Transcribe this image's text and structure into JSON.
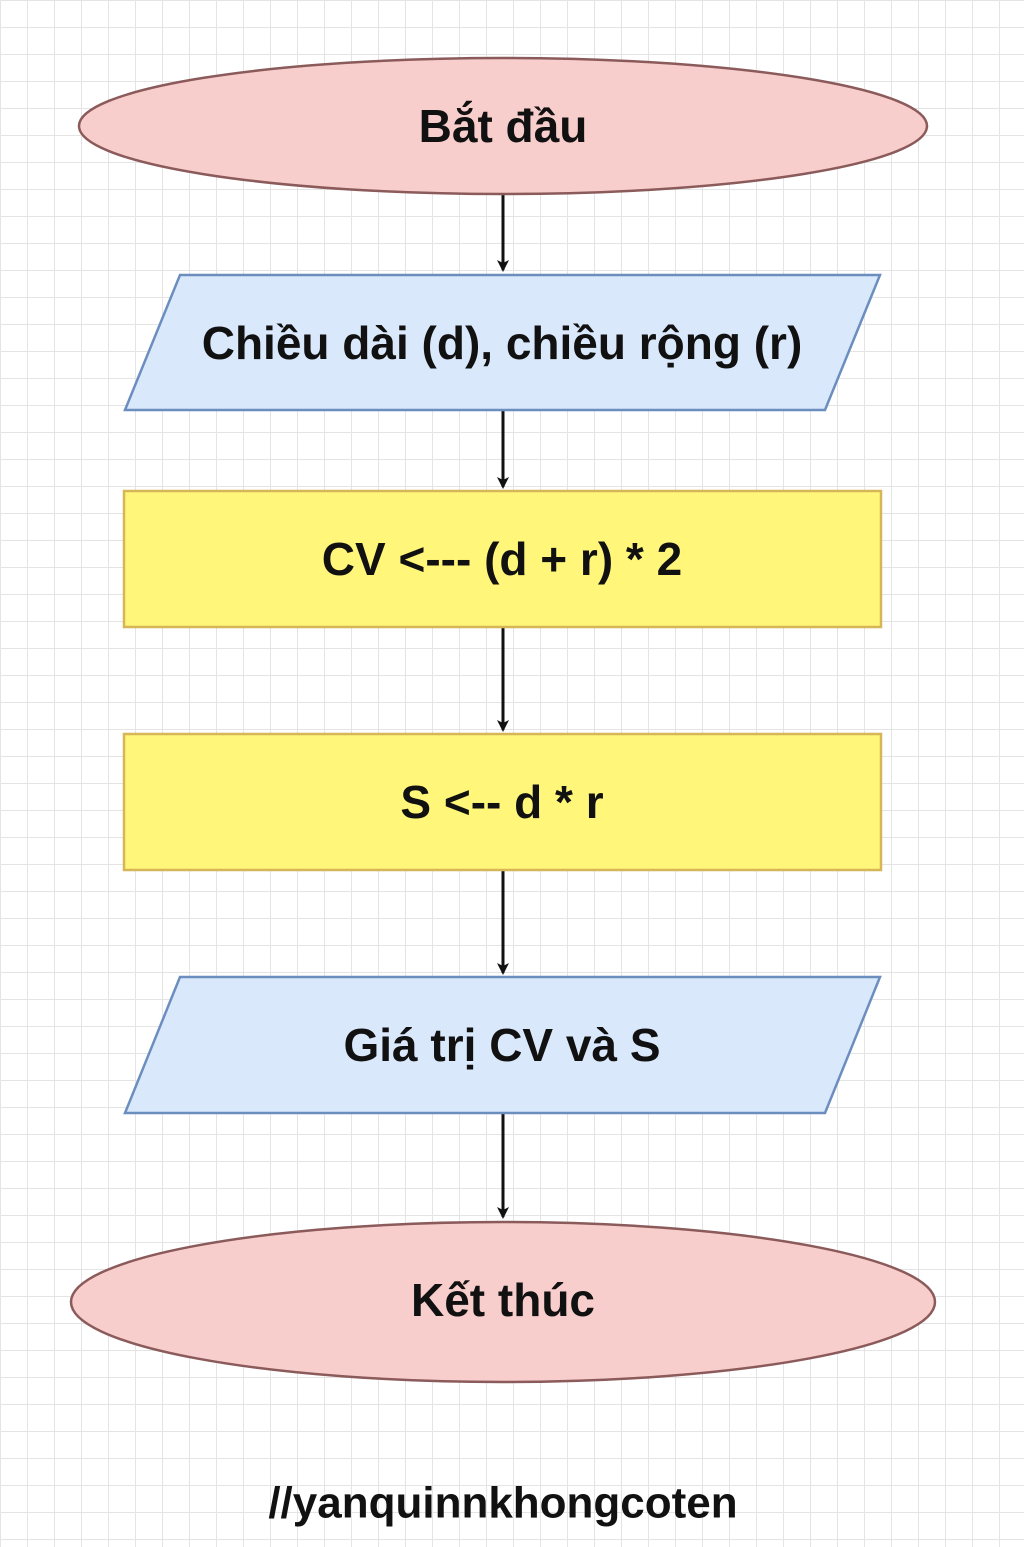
{
  "flowchart": {
    "nodes": [
      {
        "id": "start",
        "shape": "terminator",
        "label": "Bắt đầu",
        "fill": "#f8cecc",
        "stroke": "#8b5a5a"
      },
      {
        "id": "input",
        "shape": "input-output",
        "label": "Chiều dài (d), chiều rộng (r)",
        "fill": "#dae8fc",
        "stroke": "#6c8ebf"
      },
      {
        "id": "perimeter",
        "shape": "process",
        "label": "CV <--- (d + r) * 2",
        "fill": "#fff67a",
        "stroke": "#d6b656"
      },
      {
        "id": "area",
        "shape": "process",
        "label": "S <-- d * r",
        "fill": "#fff67a",
        "stroke": "#d6b656"
      },
      {
        "id": "output",
        "shape": "input-output",
        "label": "Giá trị CV và S",
        "fill": "#dae8fc",
        "stroke": "#6c8ebf"
      },
      {
        "id": "end",
        "shape": "terminator",
        "label": "Kết thúc",
        "fill": "#f8cecc",
        "stroke": "#8b5a5a"
      }
    ],
    "edges": [
      {
        "from": "start",
        "to": "input"
      },
      {
        "from": "input",
        "to": "perimeter"
      },
      {
        "from": "perimeter",
        "to": "area"
      },
      {
        "from": "area",
        "to": "output"
      },
      {
        "from": "output",
        "to": "end"
      }
    ]
  },
  "watermark": "//yanquinnkhongcoten"
}
